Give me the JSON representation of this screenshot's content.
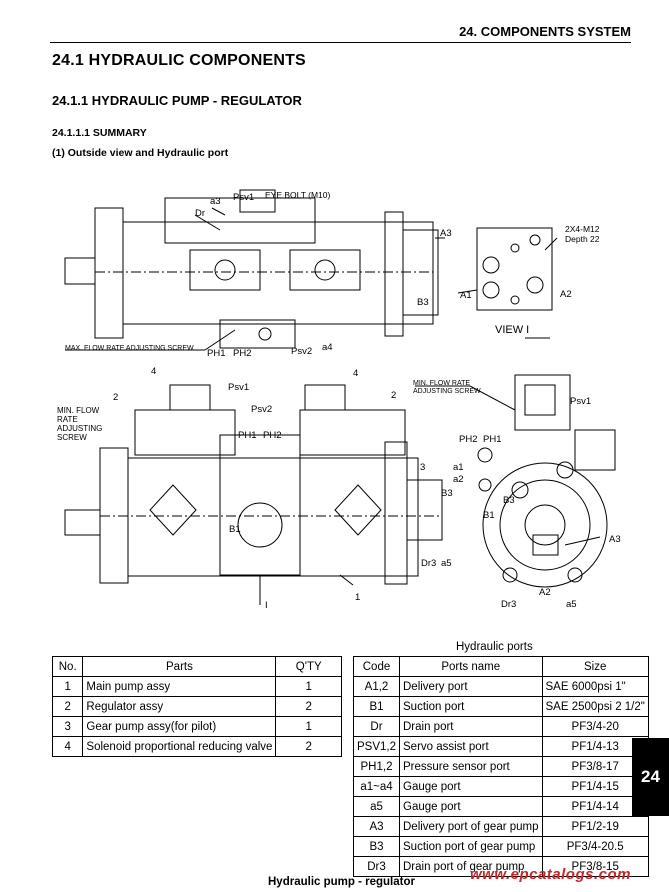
{
  "header": {
    "section_label": "24.  COMPONENTS SYSTEM"
  },
  "headings": {
    "h1": "24.1    HYDRAULIC COMPONENTS",
    "h2": "24.1.1   HYDRAULIC PUMP - REGULATOR",
    "h3": "24.1.1.1 SUMMARY",
    "h4": "(1)  Outside view and Hydraulic port"
  },
  "drawing_labels": {
    "a3": "a3",
    "psv1": "Psv1",
    "eye_bolt": "EYE BOLT (M10)",
    "dr": "Dr",
    "a3_right": "A3",
    "bolt": "2X4-M12",
    "depth": "Depth 22",
    "a1": "A1",
    "a2": "A2",
    "b3": "B3",
    "view": "VIEW  I",
    "max_flow": "MAX. FLOW RATE ADJUSTING SCREW",
    "ph1": "PH1",
    "ph2": "PH2",
    "psv2": "Psv2",
    "a4": "a4",
    "n4": "4",
    "n2": "2",
    "n3": "3",
    "n1": "1",
    "min_flow_1": "MIN. FLOW",
    "min_flow_2": "RATE",
    "min_flow_3": "ADJUSTING",
    "min_flow_4": "SCREW",
    "min_flow_side_1": "MIN. FLOW RATE",
    "min_flow_side_2": "ADJUSTING SCREW",
    "b1": "B1",
    "dr3": "Dr3",
    "a5": "a5",
    "arrow_i": "I",
    "a1_low": "a1",
    "a2_low": "a2"
  },
  "parts_table": {
    "headers": [
      "No.",
      "Parts",
      "Q'TY"
    ],
    "rows": [
      [
        "1",
        "Main pump assy",
        "1"
      ],
      [
        "2",
        "Regulator assy",
        "2"
      ],
      [
        "3",
        "Gear pump assy(for pilot)",
        "1"
      ],
      [
        "4",
        "Solenoid proportional reducing valve",
        "2"
      ]
    ]
  },
  "ports_table": {
    "caption": "Hydraulic ports",
    "headers": [
      "Code",
      "Ports name",
      "Size"
    ],
    "rows": [
      [
        "A1,2",
        "Delivery port",
        "SAE 6000psi 1\""
      ],
      [
        "B1",
        "Suction port",
        "SAE 2500psi 2 1/2\""
      ],
      [
        "Dr",
        "Drain port",
        "PF3/4-20"
      ],
      [
        "PSV1,2",
        "Servo assist port",
        "PF1/4-13"
      ],
      [
        "PH1,2",
        "Pressure sensor port",
        "PF3/8-17"
      ],
      [
        "a1~a4",
        "Gauge port",
        "PF1/4-15"
      ],
      [
        "a5",
        "Gauge port",
        "PF1/4-14"
      ],
      [
        "A3",
        "Delivery port of gear pump",
        "PF1/2-19"
      ],
      [
        "B3",
        "Suction port of gear pump",
        "PF3/4-20.5"
      ],
      [
        "Dr3",
        "Drain port of gear pump",
        "PF3/8-15"
      ]
    ]
  },
  "footer": {
    "caption": "Hydraulic pump - regulator",
    "watermark": "www.epcatalogs.com",
    "tab": "24"
  }
}
